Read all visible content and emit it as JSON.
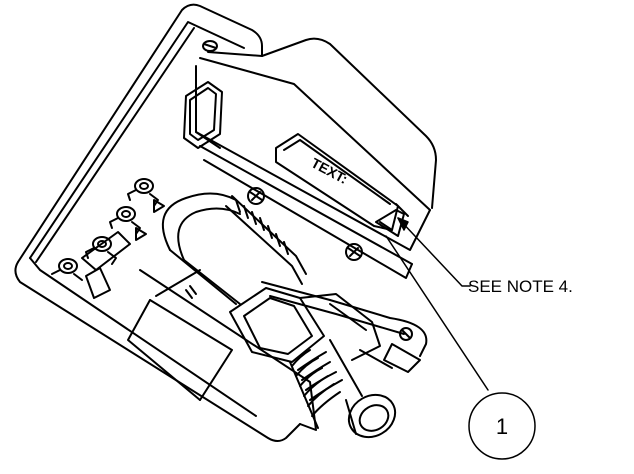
{
  "drawing": {
    "part_label": "TEXT:",
    "note_callout": "SEE NOTE 4.",
    "balloon_number": "1",
    "line_color": "#000000",
    "background_color": "#ffffff"
  }
}
